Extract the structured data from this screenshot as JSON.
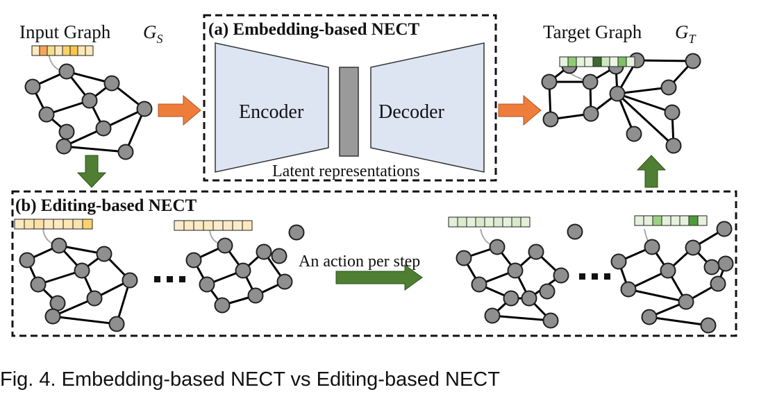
{
  "figure": {
    "input_label": "Input Graph",
    "input_symbol": "G",
    "input_subscript": "S",
    "target_label": "Target Graph",
    "target_symbol": "G",
    "target_subscript": "T",
    "panel_a_title": "(a) Embedding-based NECT",
    "encoder_label": "Encoder",
    "decoder_label": "Decoder",
    "latent_label": "Latent representations",
    "panel_b_title": "(b) Editing-based NECT",
    "action_label": "An action per step",
    "caption": "Fig. 4. Embedding-based NECT vs Editing-based NECT"
  },
  "colors": {
    "encoder_fill": "#dde5f3",
    "latent_fill": "#9a9a9a",
    "orange_arrow": "#ee7d3c",
    "green_arrow": "#4e7f32",
    "node_fill": "#8f8f8f",
    "bar_input": [
      "#fde8bf",
      "#f6a65a",
      "#f3df8c",
      "#fde8bf",
      "#f9d26a",
      "#f7c84d",
      "#fde7b7",
      "#fde9be"
    ],
    "bar_target": [
      "#e7f2dd",
      "#8fcc72",
      "#e7f2dd",
      "#ecf4e3",
      "#3b6b2f",
      "#cfe8c0",
      "#ecf4e3",
      "#7cc163",
      "#e7f2dd"
    ],
    "bar_b1": [
      "#fde8bf",
      "#fbe4ae",
      "#fbe0a6",
      "#fde8bf",
      "#fde8bf",
      "#fce6b5",
      "#fbe3ad",
      "#f9d36c"
    ],
    "bar_b2": [
      "#fdeccc",
      "#fde9c2",
      "#fdeac6",
      "#fde8bf",
      "#fdecca",
      "#fde9c4",
      "#fdecca",
      "#fde8bf"
    ],
    "bar_b3": [
      "#e3efd7",
      "#dbebcd",
      "#e5f1dc",
      "#d9eacb",
      "#e3efd7",
      "#dcebcf",
      "#e6f1dd",
      "#d7e9c8",
      "#e3efd7"
    ],
    "bar_b4": [
      "#e5f1dc",
      "#e5f1dc",
      "#9ad183",
      "#e5f1dc",
      "#e5f1dc",
      "#e5f1dc",
      "#4f9b3a",
      "#e5f1dc"
    ]
  }
}
